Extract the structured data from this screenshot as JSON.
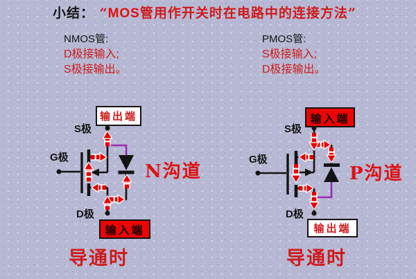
{
  "title": {
    "prefix": "小结：",
    "quote_open": "“",
    "highlight": "MOS",
    "text": "管用作开关时在电路中的连接方法",
    "quote_close": "”"
  },
  "notes": {
    "nmos": {
      "heading": "NMOS管:",
      "lines": [
        "D极接输入;",
        "S极接输出。"
      ]
    },
    "pmos": {
      "heading": "PMOS管:",
      "lines": [
        "S极接输入;",
        "D极接输出。"
      ]
    }
  },
  "left": {
    "terminal_top": "S极",
    "terminal_gate": "G极",
    "terminal_bottom": "D极",
    "box_top": "输出端",
    "box_bottom": "输入端",
    "channel": "N沟道",
    "state": "导通时"
  },
  "right": {
    "terminal_top": "S极",
    "terminal_gate": "G极",
    "terminal_bottom": "D极",
    "box_top": "输入端",
    "box_bottom": "输出端",
    "channel": "P沟道",
    "state": "导通时"
  },
  "colors": {
    "bg": "#b7b8d3",
    "red": "#cf1a1a",
    "boxred": "#ec0505",
    "arrowred": "#e40000",
    "purple": "#9a2ab2",
    "ink": "#141414"
  }
}
